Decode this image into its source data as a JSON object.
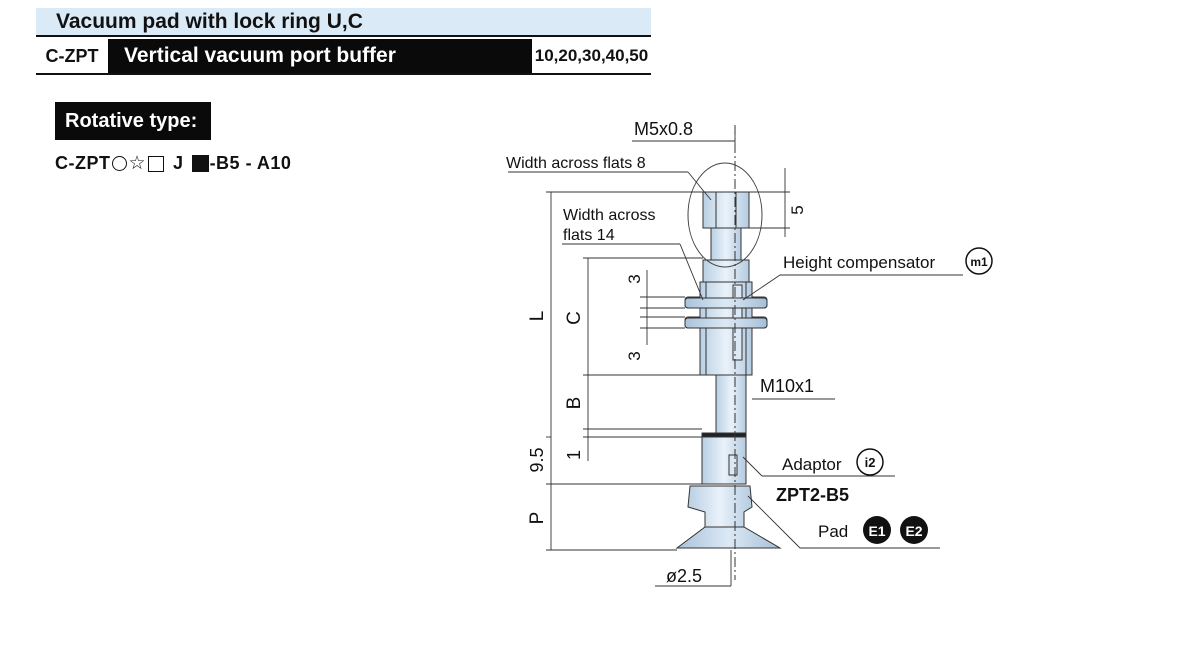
{
  "header": {
    "series_title": "Vacuum pad with lock ring U,C",
    "code": "C-ZPT",
    "type_title": "Vertical vacuum port buffer",
    "sizes": "10,20,30,40,50"
  },
  "rotative": {
    "label": "Rotative type:",
    "model_prefix": "C-ZPT",
    "model_mid": "J",
    "model_suffix": "-B5 - A10"
  },
  "drawing": {
    "labels": {
      "thread_top": "M5x0.8",
      "waf8": "Width across flats 8",
      "waf14_line1": "Width across",
      "waf14_line2": "flats 14",
      "height_comp": "Height compensator",
      "height_comp_badge": "m1",
      "thread_mid": "M10x1",
      "adaptor": "Adaptor",
      "adaptor_badge": "i2",
      "adaptor_model": "ZPT2-B5",
      "pad": "Pad",
      "pad_badge1": "E1",
      "pad_badge2": "E2",
      "diameter": "ø2.5"
    },
    "dims": {
      "top_height": "5",
      "L": "L",
      "C": "C",
      "B": "B",
      "three_top": "3",
      "three_bottom": "3",
      "one": "1",
      "nine_five": "9.5",
      "P": "P"
    }
  }
}
